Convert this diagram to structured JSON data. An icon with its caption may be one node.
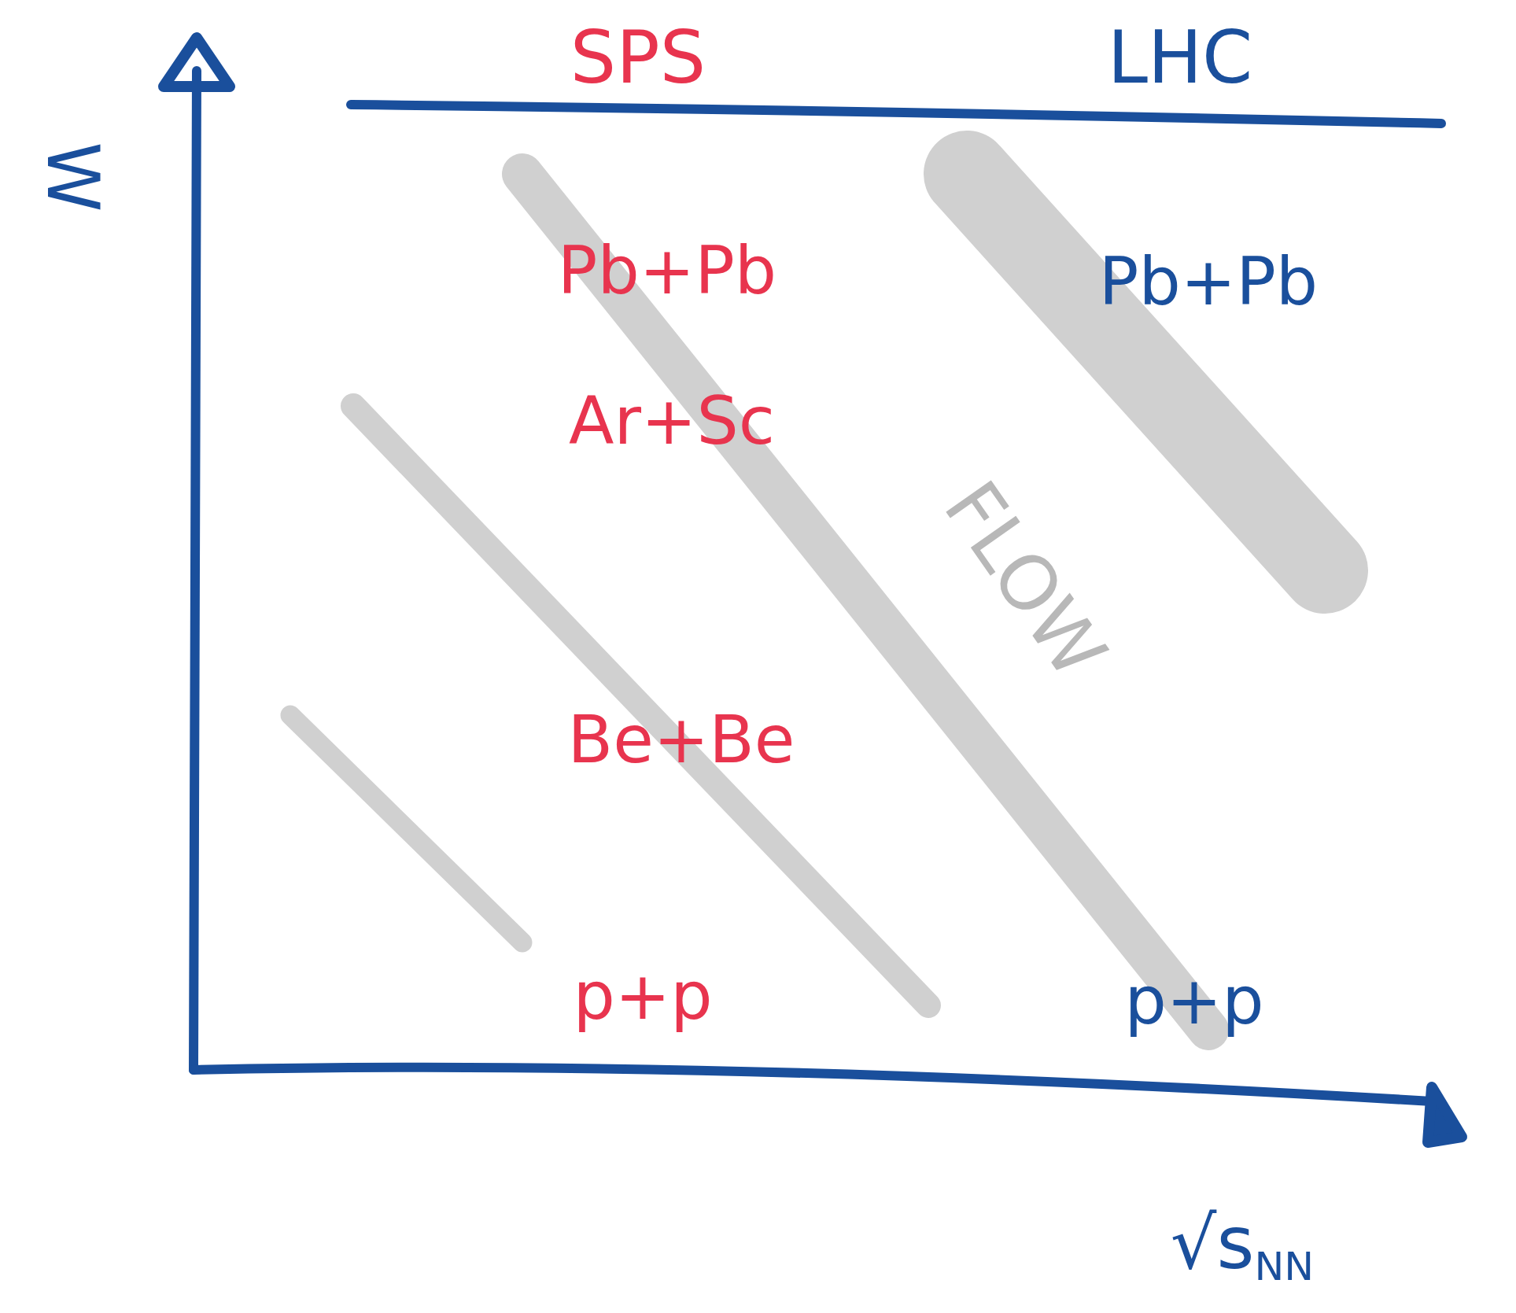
{
  "diagram": {
    "labels": [
      "W",
      "SPS",
      "LHC",
      "Pb+Pb",
      "Pb+Pb",
      "Ar+Sc",
      "FLOW",
      "Be+Be",
      "p+p",
      "p+p",
      "√s$_{NN}$"
    ]
  }
}
